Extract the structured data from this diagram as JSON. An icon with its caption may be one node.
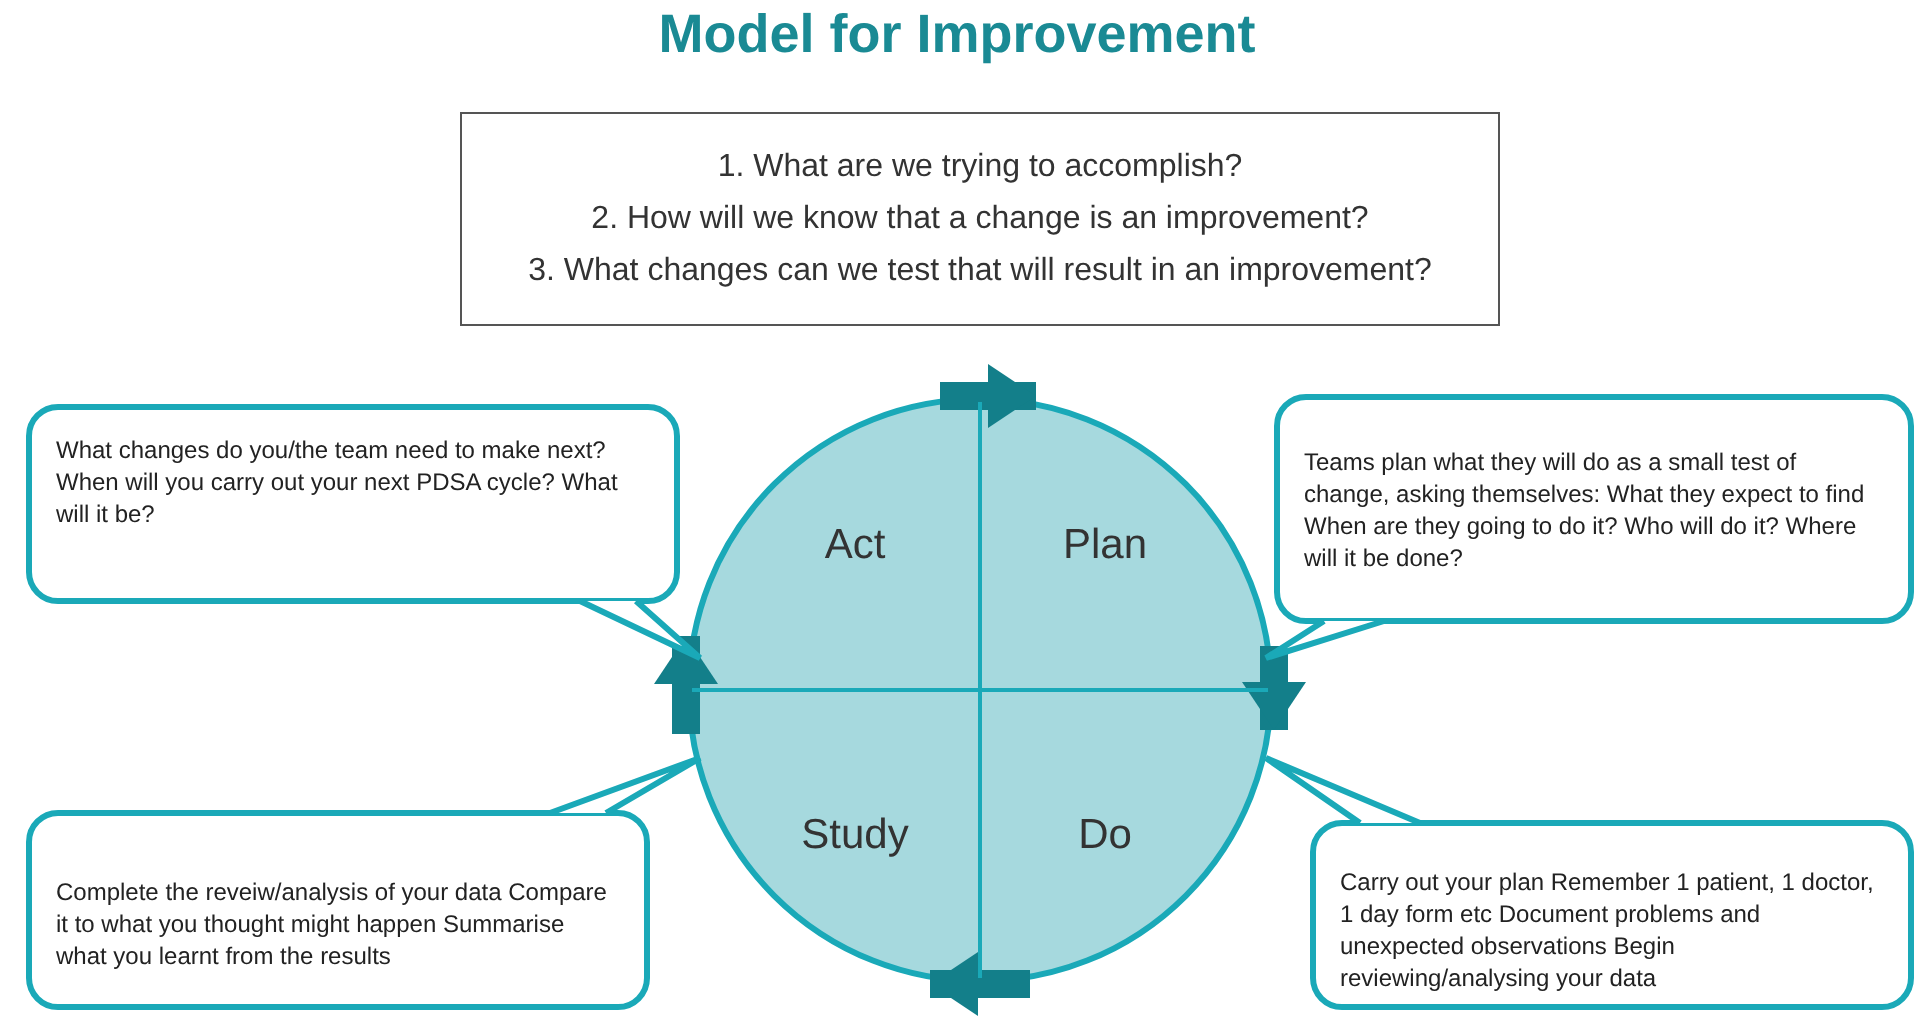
{
  "diagram": {
    "title": "Model for Improvement",
    "nodes": [
      {
        "text": [
          "1. What are we trying to accomplish?",
          "2. How will we know that a change is an improvement?",
          "3. What changes can we test that will result in an improvement?"
        ]
      },
      {
        "text": [],
        "shape": "circle"
      },
      {
        "text": [
          "Act"
        ],
        "in": 1
      },
      {
        "text": [
          "Plan"
        ],
        "in": 1
      },
      {
        "text": [
          "Study"
        ],
        "in": 1
      },
      {
        "text": [
          "Do"
        ],
        "in": 1
      },
      {
        "text": [
          "What changes do you/the team need to make next? When will you carry out your next PDSA cycle? What will it be?"
        ]
      },
      {
        "text": [
          "Teams plan what they will do as a small test of change, asking themselves: What they expect to find When are they going to do it? Who will do it? Where will it be done?"
        ]
      },
      {
        "text": [
          "Complete the reveiw/analysis of your data Compare it to what you thought might happen Summarise what you learnt from the results"
        ]
      },
      {
        "text": [
          "Carry out your plan Remember 1 patient, 1 doctor, 1 day form etc Document problems and unexpected observations Begin reviewing/analysing your data"
        ]
      }
    ],
    "edges": [
      {
        "from": 6,
        "to": 2,
        "arrow": "none"
      },
      {
        "from": 7,
        "to": 3,
        "arrow": "none"
      },
      {
        "from": 8,
        "to": 4,
        "arrow": "none"
      },
      {
        "from": 9,
        "to": 5,
        "arrow": "none"
      }
    ]
  }
}
